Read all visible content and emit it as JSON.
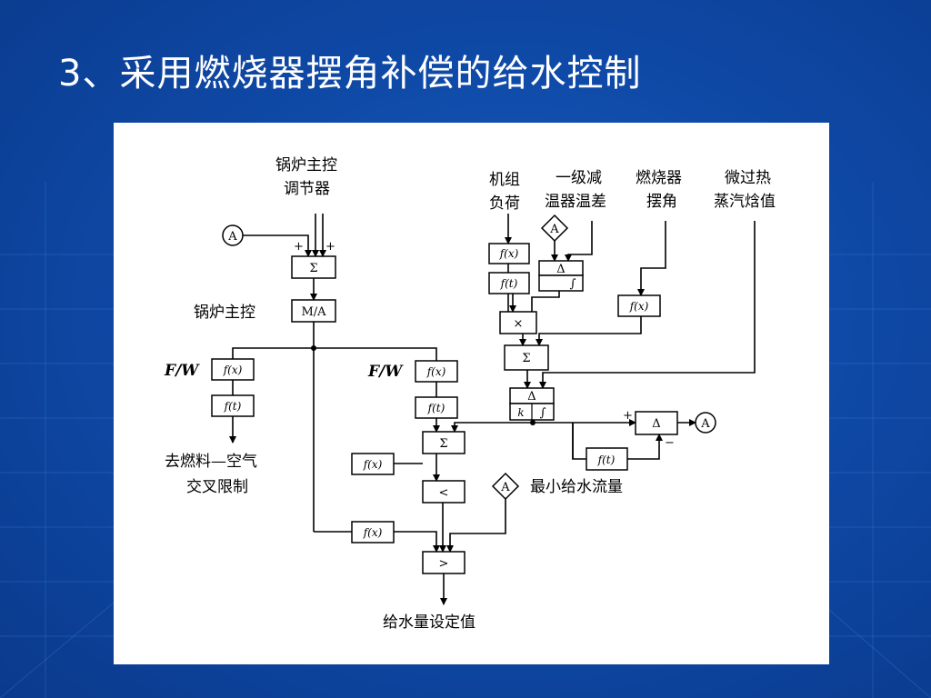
{
  "title": "3、采用燃烧器摆角补偿的给水控制",
  "diagram": {
    "inputs": {
      "boiler_master_regulator": [
        "锅炉主控",
        "调节器"
      ],
      "unit_load": [
        "机组",
        "负荷"
      ],
      "first_stage_desuperheater_diff": [
        "一级减",
        "温器温差"
      ],
      "burner_tilt": [
        "燃烧器",
        "摆角"
      ],
      "superheated_steam_enthalpy": [
        "微过热",
        "蒸汽焓值"
      ]
    },
    "labels": {
      "boiler_master": "锅炉主控",
      "fw_left": "F/W",
      "fw_right": "F/W",
      "fuel_air_limit": [
        "去燃料—空气",
        "交叉限制"
      ],
      "min_feedwater_flow": "最小给水流量",
      "feedwater_setpoint": "给水量设定值",
      "plus_a": "+",
      "plus_b": "+",
      "plus_c": "+",
      "minus": "−"
    },
    "blocks": {
      "sum": "Σ",
      "manual_auto": "M/A",
      "fx": "f(x)",
      "ft": "f(t)",
      "multiply": "×",
      "delta": "Δ",
      "k": "k",
      "integral": "∫",
      "less_than": "<",
      "greater_than": ">"
    },
    "connectors": {
      "a": "A"
    }
  }
}
